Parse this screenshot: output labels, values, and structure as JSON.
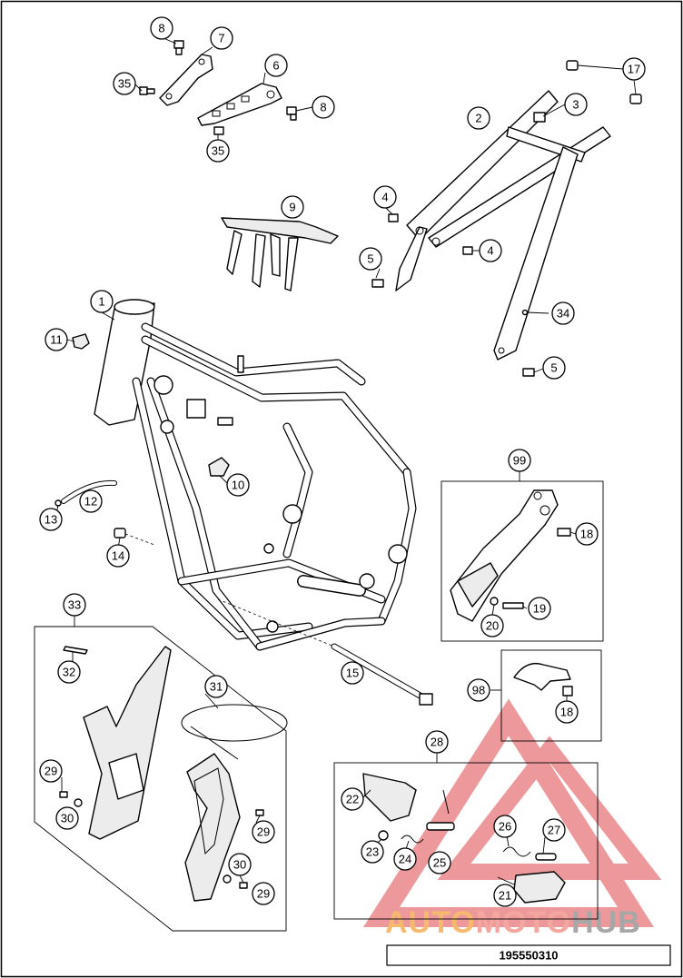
{
  "diagram": {
    "document_number": "195550310",
    "watermark": {
      "prefix": "AUTO",
      "middle": "MOTO",
      "suffix": "HUB",
      "color_prefix": "#f4a340",
      "color_middle": "#f08a7e",
      "color_suffix": "#8a8a8a",
      "triangle_color": "#e8787a"
    },
    "callouts": [
      {
        "id": "c1",
        "label": "1"
      },
      {
        "id": "c2",
        "label": "2"
      },
      {
        "id": "c3",
        "label": "3"
      },
      {
        "id": "c4a",
        "label": "4"
      },
      {
        "id": "c4b",
        "label": "4"
      },
      {
        "id": "c5a",
        "label": "5"
      },
      {
        "id": "c5b",
        "label": "5"
      },
      {
        "id": "c6",
        "label": "6"
      },
      {
        "id": "c7",
        "label": "7"
      },
      {
        "id": "c8a",
        "label": "8"
      },
      {
        "id": "c8b",
        "label": "8"
      },
      {
        "id": "c9",
        "label": "9"
      },
      {
        "id": "c10",
        "label": "10"
      },
      {
        "id": "c11",
        "label": "11"
      },
      {
        "id": "c12",
        "label": "12"
      },
      {
        "id": "c13",
        "label": "13"
      },
      {
        "id": "c14",
        "label": "14"
      },
      {
        "id": "c15",
        "label": "15"
      },
      {
        "id": "c17",
        "label": "17"
      },
      {
        "id": "c18a",
        "label": "18"
      },
      {
        "id": "c18b",
        "label": "18"
      },
      {
        "id": "c19",
        "label": "19"
      },
      {
        "id": "c20",
        "label": "20"
      },
      {
        "id": "c21",
        "label": "21"
      },
      {
        "id": "c22",
        "label": "22"
      },
      {
        "id": "c23",
        "label": "23"
      },
      {
        "id": "c24",
        "label": "24"
      },
      {
        "id": "c25",
        "label": "25"
      },
      {
        "id": "c26",
        "label": "26"
      },
      {
        "id": "c27",
        "label": "27"
      },
      {
        "id": "c28",
        "label": "28"
      },
      {
        "id": "c29a",
        "label": "29"
      },
      {
        "id": "c29b",
        "label": "29"
      },
      {
        "id": "c29c",
        "label": "29"
      },
      {
        "id": "c30a",
        "label": "30"
      },
      {
        "id": "c30b",
        "label": "30"
      },
      {
        "id": "c31",
        "label": "31"
      },
      {
        "id": "c32",
        "label": "32"
      },
      {
        "id": "c33",
        "label": "33"
      },
      {
        "id": "c34",
        "label": "34"
      },
      {
        "id": "c35a",
        "label": "35"
      },
      {
        "id": "c35b",
        "label": "35"
      },
      {
        "id": "c98",
        "label": "98"
      },
      {
        "id": "c99",
        "label": "99"
      }
    ]
  }
}
